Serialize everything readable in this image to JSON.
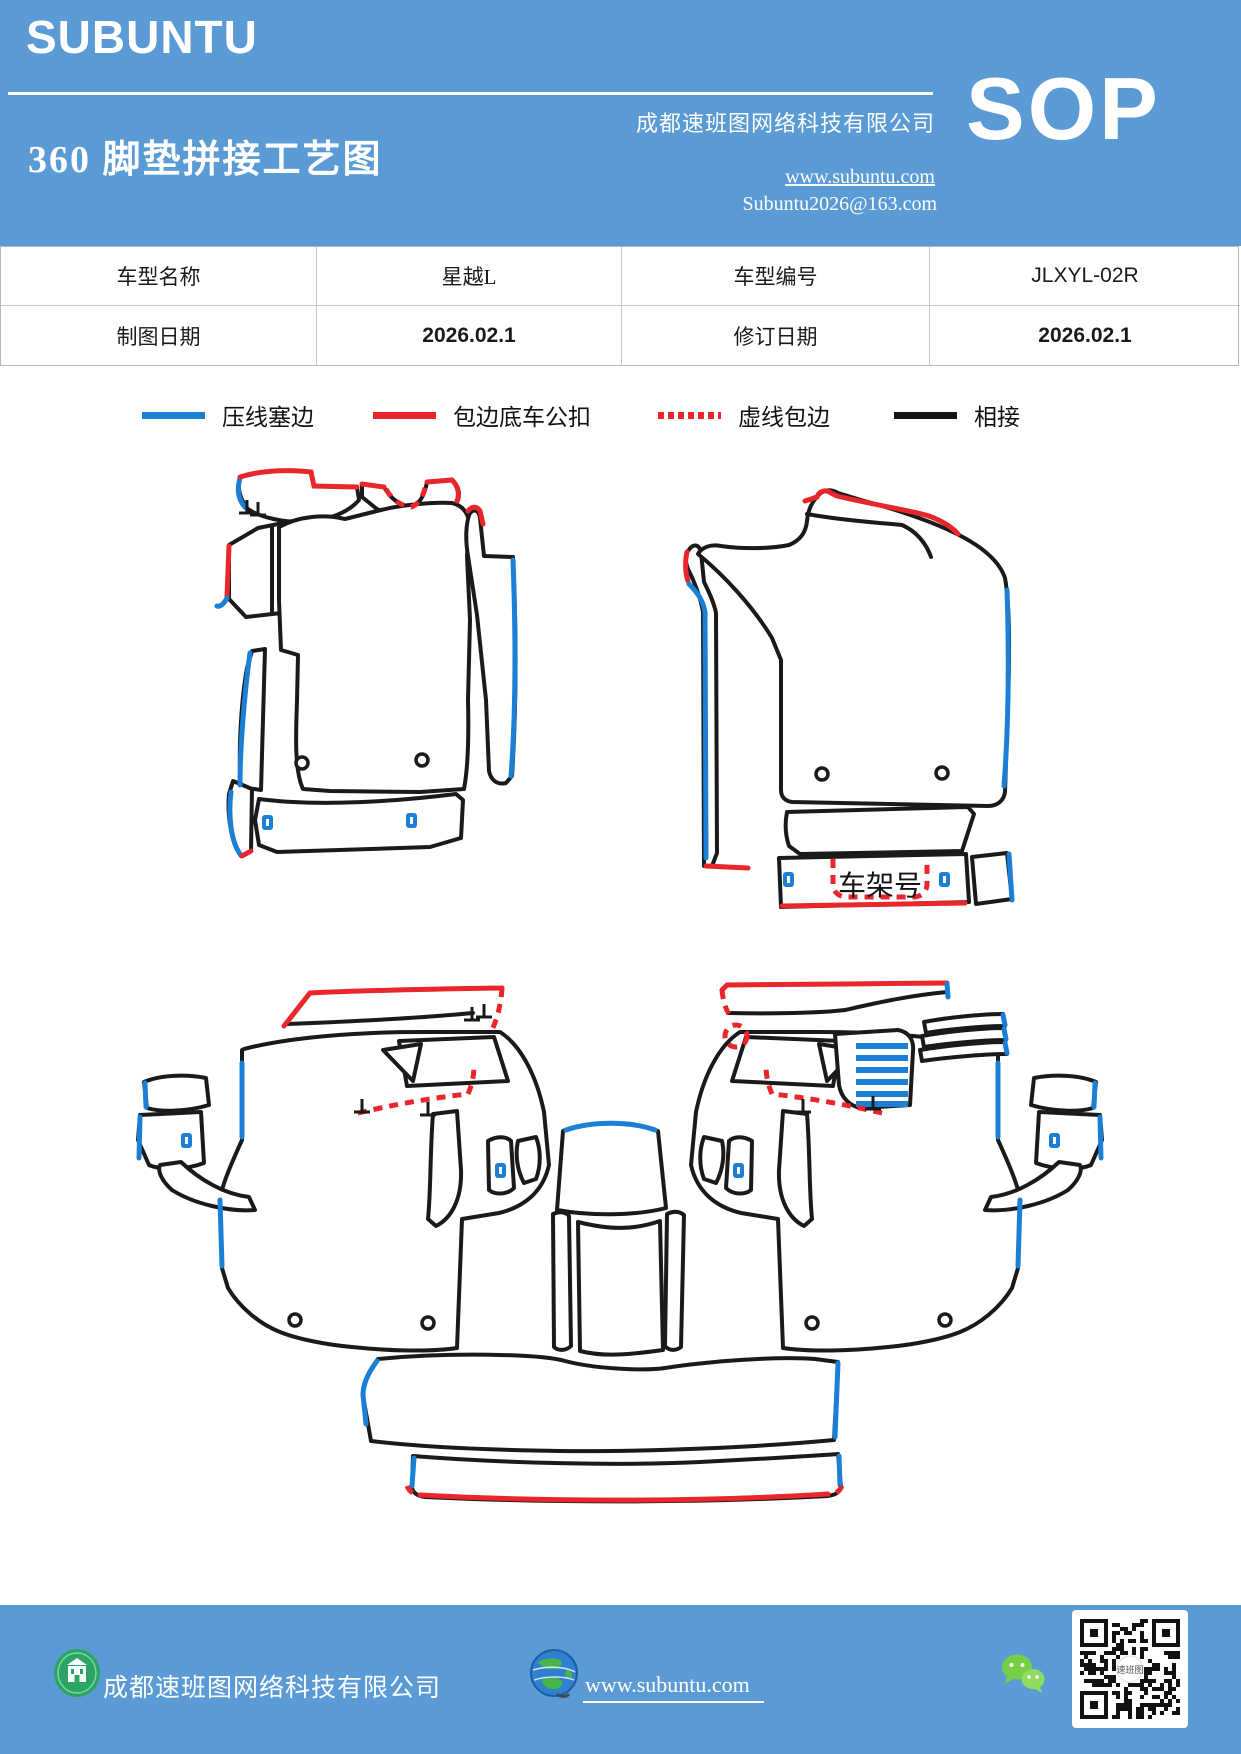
{
  "header": {
    "logo": "SUBUNTU",
    "title": "360 脚垫拼接工艺图",
    "company": "成都速班图网络科技有限公司",
    "badge": "SOP",
    "website": "www.subuntu.com",
    "email": "Subuntu2026@163.com",
    "bg_color": "#5b9bd5"
  },
  "info_table": {
    "rows": [
      {
        "c0": "车型名称",
        "c1": "星越L",
        "c2": "车型编号",
        "c3": "JLXYL-02R"
      },
      {
        "c0": "制图日期",
        "c1": "2026.02.1",
        "c2": "修订日期",
        "c3": "2026.02.1"
      }
    ]
  },
  "legend": {
    "items": [
      {
        "label": "压线塞边",
        "color": "#1a7fd5",
        "style": "solid"
      },
      {
        "label": "包边底车公扣",
        "color": "#e8262b",
        "style": "solid"
      },
      {
        "label": "虚线包边",
        "color": "#e8262b",
        "style": "dotted"
      },
      {
        "label": "相接",
        "color": "#141414",
        "style": "solid"
      }
    ]
  },
  "diagram": {
    "vin_box_label": "车架号",
    "colors": {
      "outline": "#1a1a1a",
      "blue": "#1a7fd5",
      "red": "#e8262b"
    }
  },
  "footer": {
    "company": "成都速班图网络科技有限公司",
    "website": "www.subuntu.com"
  }
}
